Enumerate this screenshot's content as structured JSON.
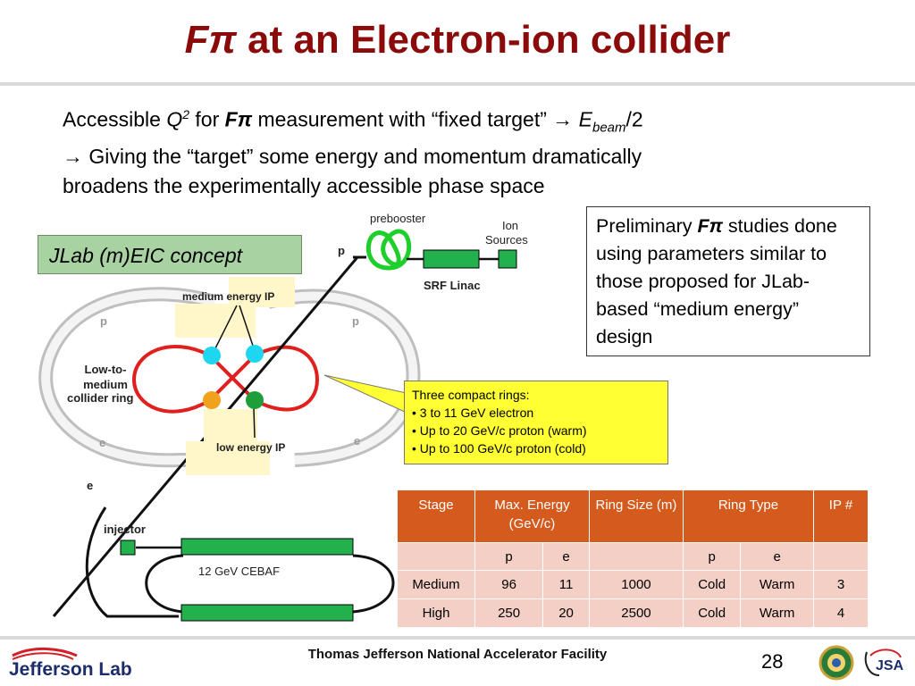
{
  "title": {
    "symbol": "Fπ",
    "text": " at an Electron-ion collider"
  },
  "intro": {
    "line1_a": "Accessible ",
    "line1_q": "Q",
    "line1_exp": "2",
    "line1_b": " for ",
    "line1_f": "Fπ",
    "line1_c": " measurement with “fixed target” → ",
    "line1_e": "E",
    "line1_sub": "beam",
    "line1_d": "/2",
    "line2": "→ Giving the “target” some energy and momentum dramatically",
    "line3": "broadens the experimentally accessible phase space"
  },
  "concept_label": "JLab (m)EIC concept",
  "prelim": {
    "a": "Preliminary ",
    "f": "Fπ",
    "b": " studies done using parameters similar to those proposed for JLab-based “medium energy” design"
  },
  "callout": {
    "heading": "Three compact rings:",
    "items": [
      "• 3 to 11 GeV electron",
      "• Up to 20 GeV/c proton (warm)",
      "• Up to 100 GeV/c proton (cold)"
    ]
  },
  "diagram": {
    "prebooster": "prebooster",
    "ion_sources_1": "Ion",
    "ion_sources_2": "Sources",
    "srf_linac": "SRF Linac",
    "p_label": "p",
    "medium_ip": "medium energy IP",
    "low_ip": "low energy IP",
    "ring_1": "Low-to-",
    "ring_2": "medium",
    "ring_3": "collider ring",
    "p_left": "p",
    "p_right": "p",
    "e_left": "e",
    "e_right": "e",
    "e_label": "e",
    "injector": "injector",
    "cebaf": "12 GeV CEBAF",
    "colors": {
      "ring_red": "#e0201e",
      "ip_cyan": "#1ed6ef",
      "ip_orange": "#f0a21c",
      "ip_green": "#1e9e3a",
      "linac_green": "#22b14c",
      "figure8_green": "#1ecf2b"
    }
  },
  "table": {
    "headers": [
      "Stage",
      "Max. Energy (GeV/c)",
      "Ring Size (m)",
      "Ring Type",
      "IP #"
    ],
    "subheaders": [
      "",
      "p",
      "e",
      "",
      "p",
      "e",
      ""
    ],
    "rows": [
      [
        "Medium",
        "96",
        "11",
        "1000",
        "Cold",
        "Warm",
        "3"
      ],
      [
        "High",
        "250",
        "20",
        "2500",
        "Cold",
        "Warm",
        "4"
      ]
    ]
  },
  "footer": {
    "center": "Thomas Jefferson National Accelerator Facility",
    "page": "28",
    "logo": "Jefferson Lab",
    "jsa": "JSA"
  }
}
